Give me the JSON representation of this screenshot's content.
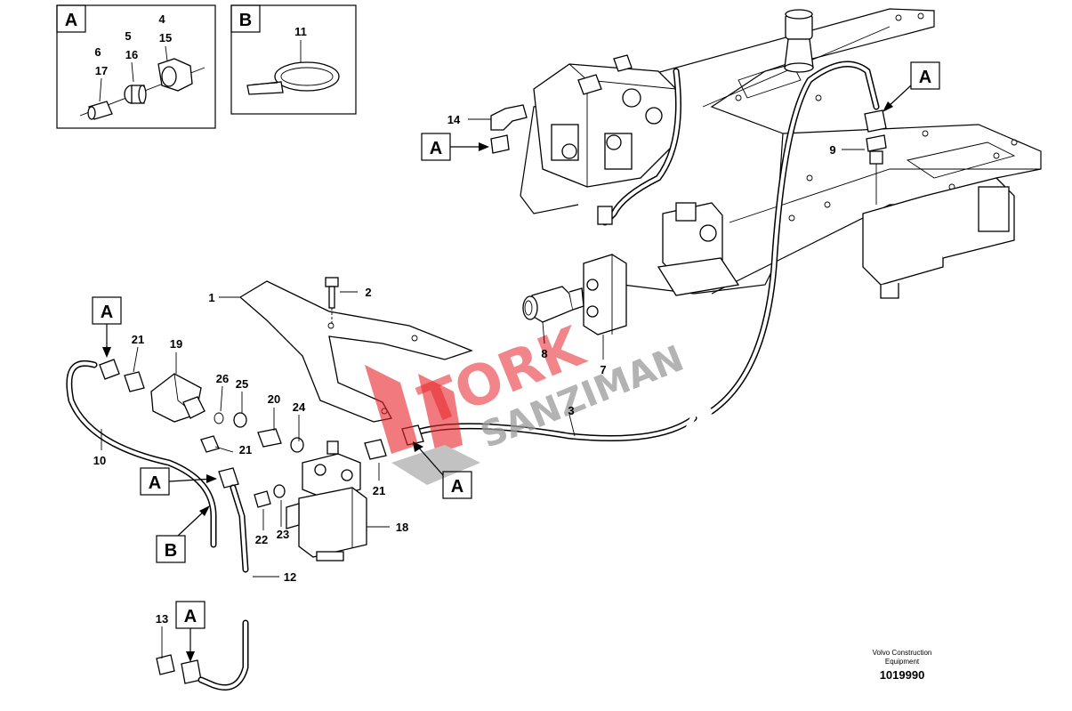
{
  "inset_a": {
    "tag": "A",
    "labels": [
      "4",
      "5",
      "15",
      "6",
      "16",
      "17"
    ]
  },
  "inset_b": {
    "tag": "B",
    "labels": [
      "11"
    ]
  },
  "callouts": {
    "n1": "1",
    "n2": "2",
    "n3": "3",
    "n7": "7",
    "n8": "8",
    "n9": "9",
    "n10": "10",
    "n12": "12",
    "n13": "13",
    "n14": "14",
    "n18": "18",
    "n19": "19",
    "n20": "20",
    "n21a": "21",
    "n21b": "21",
    "n21c": "21",
    "n22": "22",
    "n23": "23",
    "n24": "24",
    "n25": "25",
    "n26": "26"
  },
  "tags": {
    "a_top_left": "A",
    "a_mid_left": "A",
    "a_bottom": "A",
    "a_center": "A",
    "a_top_right": "A",
    "a_upper_mid": "A",
    "b_left": "B"
  },
  "footer": {
    "publisher_line1": "Volvo Construction",
    "publisher_line2": "Equipment",
    "doc_number": "1019990"
  },
  "watermark": {
    "line1": "TORK",
    "line2": "SANZIMAN"
  },
  "colors": {
    "line": "#000000",
    "watermark_red": "#e8232a",
    "watermark_grey": "#9a9a9a"
  }
}
